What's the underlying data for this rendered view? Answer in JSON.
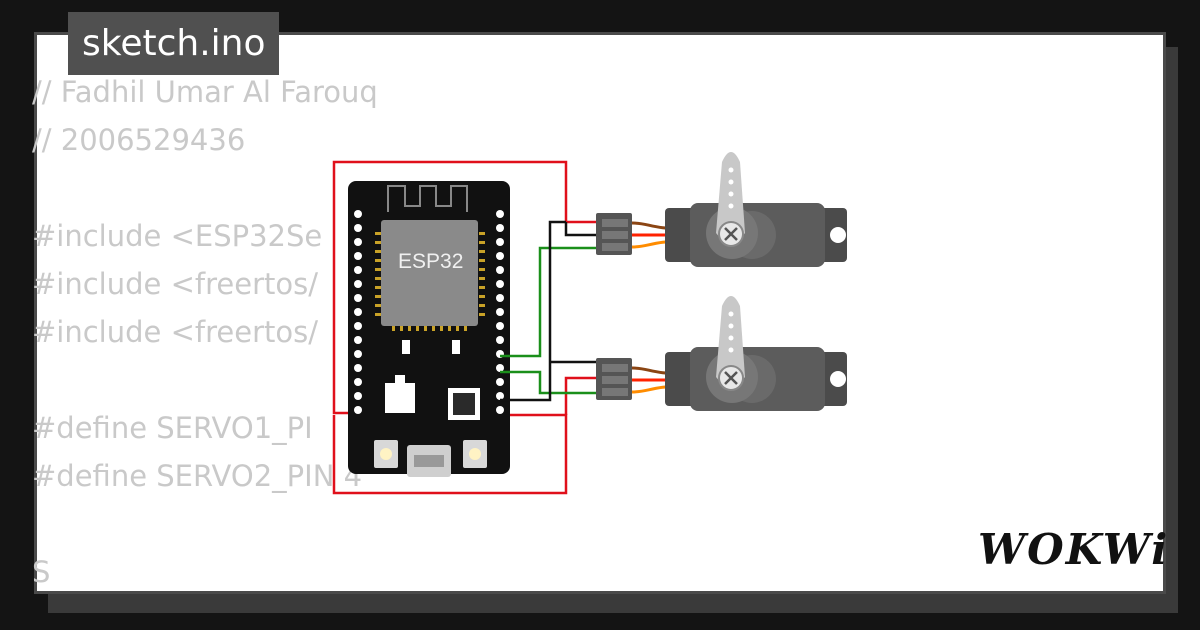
{
  "tab": {
    "filename": "sketch.ino"
  },
  "code_lines": [
    "// Fadhil Umar Al Farouq",
    "// 2006529436",
    "",
    "#include <ESP32Se",
    "#include <freertos/",
    "#include <freertos/",
    "",
    "#define SERVO1_PI",
    "#define SERVO2_PIN 4",
    "",
    "S"
  ],
  "board": {
    "chip_label": "ESP32"
  },
  "brand": {
    "logo_text": "WOKWi"
  },
  "wires": {
    "power": "#e11",
    "signal": "#1a8f1a",
    "ground": "#111111",
    "servo_brown": "#8b4513",
    "servo_orange": "#ff8c00",
    "servo_red": "#ff2200"
  }
}
